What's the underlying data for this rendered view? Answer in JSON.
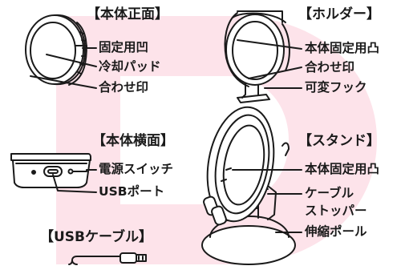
{
  "sections": {
    "front": {
      "heading": "【本体正面】",
      "labels": [
        "固定用凹",
        "冷却パッド",
        "合わせ印"
      ]
    },
    "holder": {
      "heading": "【ホルダー】",
      "labels": [
        "本体固定用凸",
        "合わせ印",
        "可変フック"
      ]
    },
    "side": {
      "heading": "【本体横面】",
      "labels": [
        "電源スイッチ",
        "USBポート"
      ]
    },
    "stand": {
      "heading": "【スタンド】",
      "labels": [
        "本体固定用凸",
        "ケーブル",
        "ストッパー",
        "伸縮ポール"
      ]
    },
    "cable": {
      "heading": "【USBケーブル】"
    }
  },
  "colors": {
    "line": "#1a1a1a",
    "background_accent": "#fde3ea"
  }
}
